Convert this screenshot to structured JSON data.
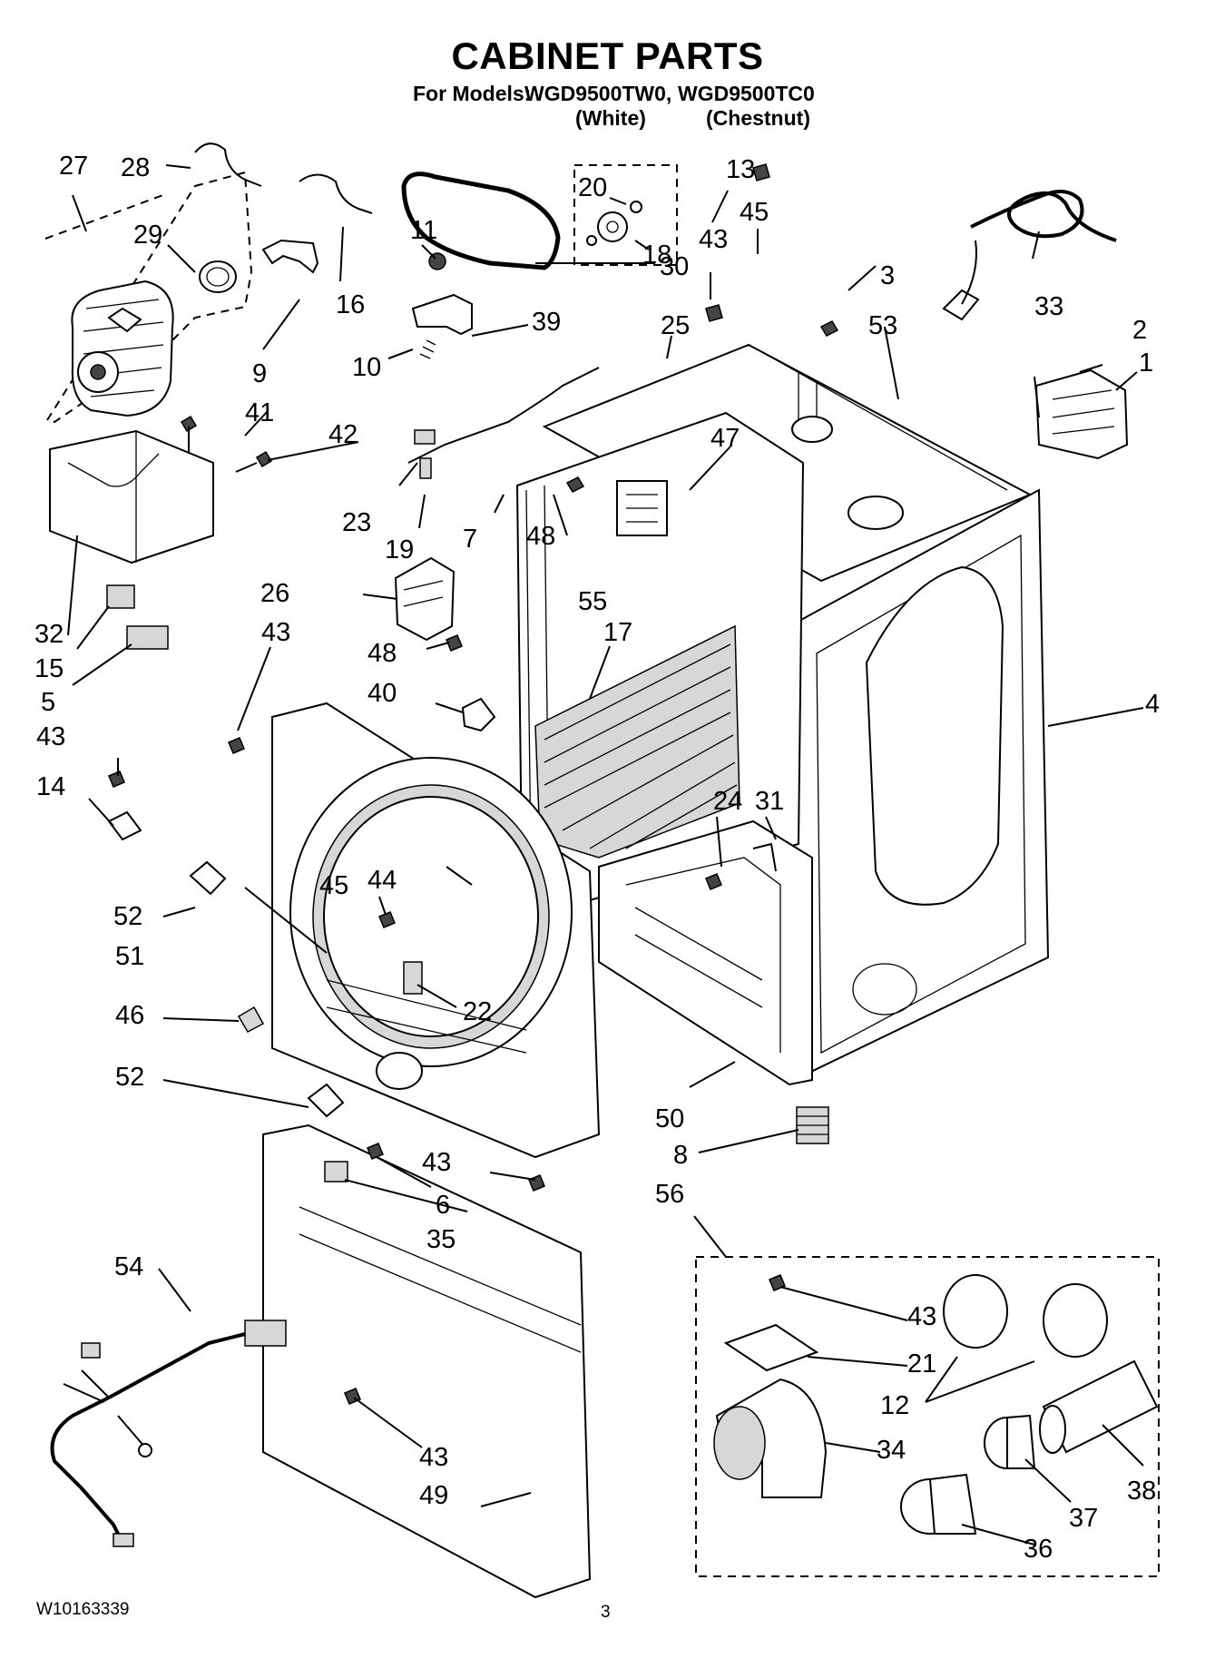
{
  "header": {
    "title": "CABINET PARTS",
    "models_prefix": "For Models:",
    "model_1": "WGD9500TW0,",
    "model_2": "WGD9500TC0",
    "color_1": "(White)",
    "color_2": "(Chestnut)"
  },
  "footer": {
    "doc_number": "W10163339",
    "page_number": "3"
  },
  "callouts": [
    {
      "id": "27",
      "label": "27"
    },
    {
      "id": "28",
      "label": "28"
    },
    {
      "id": "29",
      "label": "29"
    },
    {
      "id": "9",
      "label": "9"
    },
    {
      "id": "16",
      "label": "16"
    },
    {
      "id": "11",
      "label": "11"
    },
    {
      "id": "10",
      "label": "10"
    },
    {
      "id": "39",
      "label": "39"
    },
    {
      "id": "30",
      "label": "30"
    },
    {
      "id": "20",
      "label": "20"
    },
    {
      "id": "18",
      "label": "18"
    },
    {
      "id": "13",
      "label": "13"
    },
    {
      "id": "43a",
      "label": "43"
    },
    {
      "id": "45a",
      "label": "45"
    },
    {
      "id": "3",
      "label": "3"
    },
    {
      "id": "53",
      "label": "53"
    },
    {
      "id": "25",
      "label": "25"
    },
    {
      "id": "33",
      "label": "33"
    },
    {
      "id": "2",
      "label": "2"
    },
    {
      "id": "1",
      "label": "1"
    },
    {
      "id": "41",
      "label": "41"
    },
    {
      "id": "42",
      "label": "42"
    },
    {
      "id": "23",
      "label": "23"
    },
    {
      "id": "19",
      "label": "19"
    },
    {
      "id": "7",
      "label": "7"
    },
    {
      "id": "48a",
      "label": "48"
    },
    {
      "id": "47",
      "label": "47"
    },
    {
      "id": "32",
      "label": "32"
    },
    {
      "id": "15",
      "label": "15"
    },
    {
      "id": "5",
      "label": "5"
    },
    {
      "id": "26",
      "label": "26"
    },
    {
      "id": "55",
      "label": "55"
    },
    {
      "id": "48b",
      "label": "48"
    },
    {
      "id": "17",
      "label": "17"
    },
    {
      "id": "43b",
      "label": "43"
    },
    {
      "id": "40",
      "label": "40"
    },
    {
      "id": "4",
      "label": "4"
    },
    {
      "id": "43c",
      "label": "43"
    },
    {
      "id": "14",
      "label": "14"
    },
    {
      "id": "24",
      "label": "24"
    },
    {
      "id": "31",
      "label": "31"
    },
    {
      "id": "45b",
      "label": "45"
    },
    {
      "id": "44",
      "label": "44"
    },
    {
      "id": "52a",
      "label": "52"
    },
    {
      "id": "51",
      "label": "51"
    },
    {
      "id": "22",
      "label": "22"
    },
    {
      "id": "46",
      "label": "46"
    },
    {
      "id": "52b",
      "label": "52"
    },
    {
      "id": "50",
      "label": "50"
    },
    {
      "id": "8",
      "label": "8"
    },
    {
      "id": "43d",
      "label": "43"
    },
    {
      "id": "6",
      "label": "6"
    },
    {
      "id": "35",
      "label": "35"
    },
    {
      "id": "56",
      "label": "56"
    },
    {
      "id": "54",
      "label": "54"
    },
    {
      "id": "43e",
      "label": "43"
    },
    {
      "id": "21",
      "label": "21"
    },
    {
      "id": "12",
      "label": "12"
    },
    {
      "id": "34",
      "label": "34"
    },
    {
      "id": "38",
      "label": "38"
    },
    {
      "id": "43f",
      "label": "43"
    },
    {
      "id": "49",
      "label": "49"
    },
    {
      "id": "37",
      "label": "37"
    },
    {
      "id": "36",
      "label": "36"
    }
  ]
}
